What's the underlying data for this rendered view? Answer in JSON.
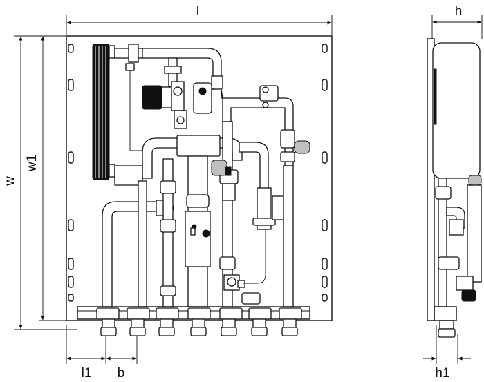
{
  "dimensions": {
    "length": "l",
    "height_overall": "w",
    "height_plate": "w1",
    "offset_first": "l1",
    "spacing": "b",
    "depth": "h",
    "depth_offset": "h1"
  },
  "colors": {
    "line": "#111111",
    "background": "#ffffff",
    "fill_grey": "#bfbfbf"
  }
}
